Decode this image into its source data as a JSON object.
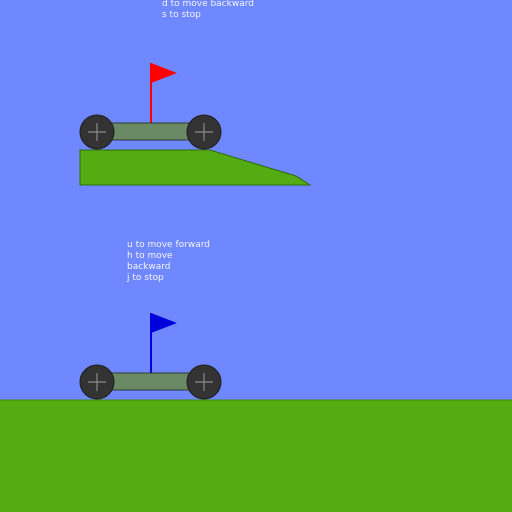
{
  "colors": {
    "sky": "#7088ff",
    "ground": "#55ab12",
    "ground_edge": "#3f8a0c",
    "ramp": "#55ab12",
    "ramp_edge": "#2f6b08",
    "chassis": "#6a8a66",
    "chassis_edge": "#2e3a2e",
    "wheel": "#333333",
    "wheel_cross": "#8a8a8a",
    "flag_red": "#ff0000",
    "flag_blue": "#0000dd",
    "hint_text": "#f2f4ff"
  },
  "player_one": {
    "flag_color": "red",
    "controls": [
      "d to move backward",
      "s to stop"
    ]
  },
  "player_two": {
    "flag_color": "blue",
    "controls": [
      "u to move forward",
      "h to move",
      "backward",
      "j to stop"
    ]
  }
}
